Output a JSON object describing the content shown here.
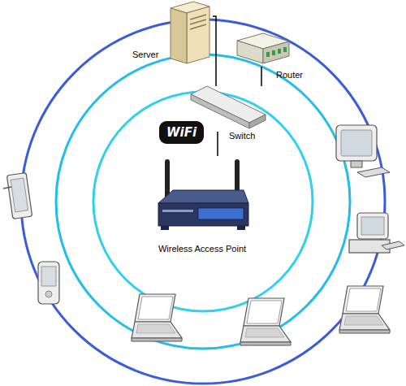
{
  "diagram": {
    "nodes": [
      {
        "text": [
          "Server"
        ]
      },
      {
        "text": [
          "Router"
        ]
      },
      {
        "text": [
          "Switch"
        ]
      },
      {
        "text": [
          "Wireless Access Point"
        ]
      }
    ],
    "edges": [
      {
        "from": 0,
        "to": 2,
        "arrow": "none"
      },
      {
        "from": 1,
        "to": 2,
        "arrow": "none"
      },
      {
        "from": 2,
        "to": 3,
        "arrow": "none"
      }
    ],
    "labels": [
      "WiFi"
    ]
  }
}
